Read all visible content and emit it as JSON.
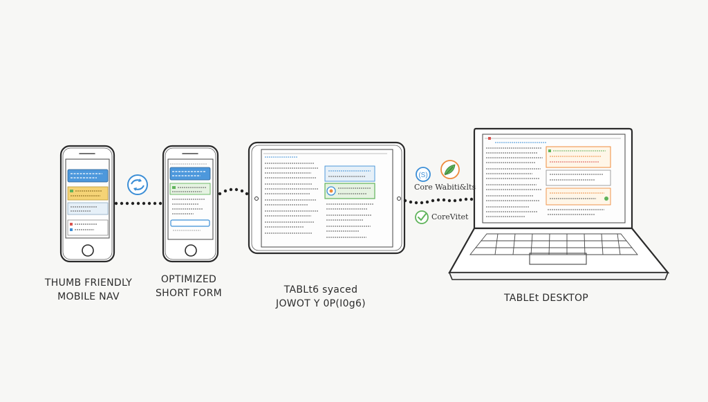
{
  "colors": {
    "ink": "#2a2a2a",
    "blue": "#3b8ed6",
    "yellow": "#f3c64b",
    "green": "#5fb35a",
    "orange": "#ee8a3c",
    "background": "#f7f7f5"
  },
  "devices": [
    {
      "kind": "phone",
      "caption_lines": [
        "THUMB FRIENDLY",
        "MOBILE NAV"
      ]
    },
    {
      "kind": "phone",
      "caption_lines": [
        "OPTIMIZED",
        "SHORT FORM"
      ]
    },
    {
      "kind": "tablet",
      "caption_lines": [
        "TABLt6 syaced",
        "JOWOT Y 0P(I0g6)"
      ]
    },
    {
      "kind": "laptop",
      "caption_lines": [
        "TABLEt DESKTOP"
      ]
    }
  ],
  "side_labels": {
    "top": "Core Wabiti&lts",
    "bottom": "CoreVitet"
  },
  "icons": [
    "sync-icon",
    "core-web-vitals-icon",
    "leaf-icon",
    "check-icon"
  ]
}
